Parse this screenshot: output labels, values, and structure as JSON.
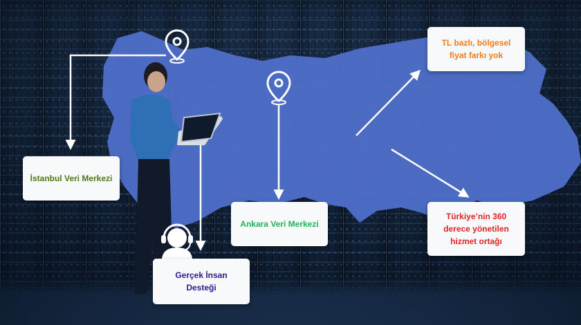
{
  "labels": {
    "istanbul": "İstanbul Veri Merkezi",
    "ankara": "Ankara Veri Merkezi",
    "support": "Gerçek İnsan Desteği",
    "pricing": "TL bazlı, bölgesel fiyat farkı yok",
    "service": "Türkiye’nin 360 derece yönetilen hizmet ortağı"
  },
  "colors": {
    "istanbul": "#4d7a12",
    "ankara": "#1fb35a",
    "support": "#2a1a8c",
    "pricing": "#f27a1a",
    "service": "#e02424",
    "map_fill": "#4f6fc9"
  },
  "icons": [
    "map-pin-icon",
    "map-pin-icon",
    "support-agent-icon"
  ]
}
